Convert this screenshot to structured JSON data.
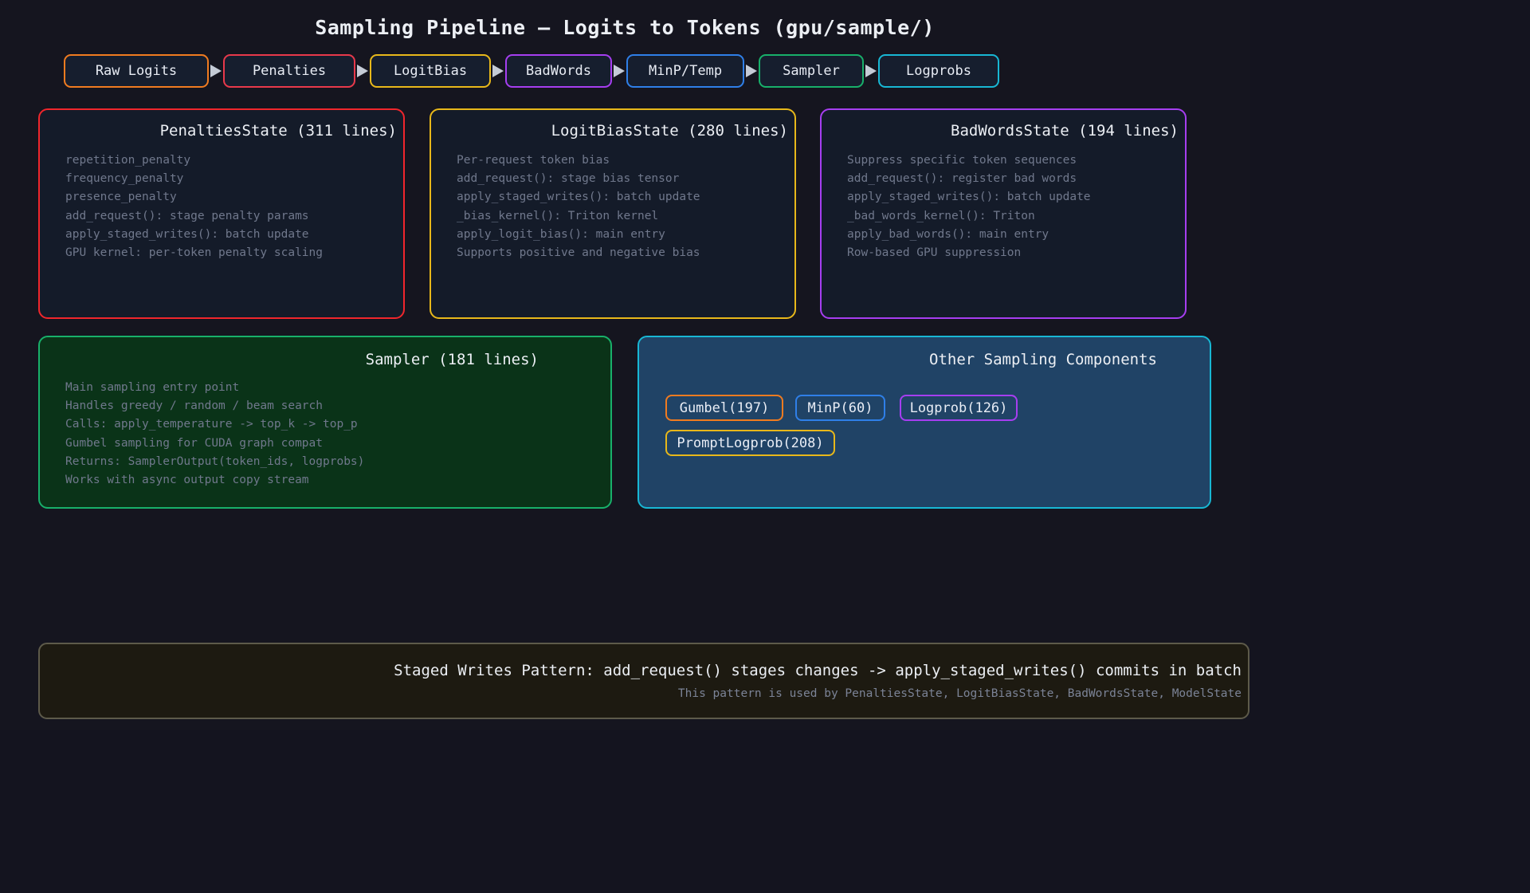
{
  "title": "Sampling Pipeline — Logits to Tokens (gpu/sample/)",
  "colors": {
    "background": "#14141f",
    "canvas": "#15151f",
    "panel_fill": "#161e2e",
    "text_primary": "#eceff4",
    "text_muted": "#70788c",
    "arrow": "#c5cbd6"
  },
  "pipeline": {
    "stages": [
      {
        "label": "Raw Logits",
        "color": "#f07b20"
      },
      {
        "label": "Penalties",
        "color": "#e8394b"
      },
      {
        "label": "LogitBias",
        "color": "#e8b81a"
      },
      {
        "label": "BadWords",
        "color": "#a63ef0"
      },
      {
        "label": "MinP/Temp",
        "color": "#2f7fe8"
      },
      {
        "label": "Sampler",
        "color": "#18b06a"
      },
      {
        "label": "Logprobs",
        "color": "#18b7d4"
      }
    ]
  },
  "state_panels": [
    {
      "title": "PenaltiesState (311 lines)",
      "color": "#f0262c",
      "fill": "#141b29",
      "lines": [
        "repetition_penalty",
        "frequency_penalty",
        "presence_penalty",
        "add_request(): stage penalty params",
        "apply_staged_writes(): batch update",
        "GPU kernel: per-token penalty scaling"
      ]
    },
    {
      "title": "LogitBiasState (280 lines)",
      "color": "#e8b81a",
      "fill": "#141b29",
      "lines": [
        "Per-request token bias",
        "add_request(): stage bias tensor",
        "apply_staged_writes(): batch update",
        "_bias_kernel(): Triton kernel",
        "apply_logit_bias(): main entry",
        "Supports positive and negative bias"
      ]
    },
    {
      "title": "BadWordsState (194 lines)",
      "color": "#a63ef0",
      "fill": "#141b29",
      "lines": [
        "Suppress specific token sequences",
        "add_request(): register bad words",
        "apply_staged_writes(): batch update",
        "_bad_words_kernel(): Triton",
        "apply_bad_words(): main entry",
        "Row-based GPU suppression"
      ]
    }
  ],
  "sampler_panel": {
    "title": "Sampler (181 lines)",
    "color": "#18b06a",
    "fill": "#0a3318",
    "lines": [
      "Main sampling entry point",
      "Handles greedy / random / beam search",
      "Calls: apply_temperature -> top_k -> top_p",
      "Gumbel sampling for CUDA graph compat",
      "Returns: SamplerOutput(token_ids, logprobs)",
      "Works with async output copy stream"
    ]
  },
  "other_panel": {
    "title": "Other Sampling Components",
    "color": "#18b7d4",
    "fill": "#204366",
    "chips": [
      {
        "label": "Gumbel(197)",
        "color": "#f07b20"
      },
      {
        "label": "MinP(60)",
        "color": "#2f7fe8"
      },
      {
        "label": "Logprob(126)",
        "color": "#a63ef0"
      },
      {
        "label": "PromptLogprob(208)",
        "color": "#e8b81a"
      }
    ]
  },
  "footer": {
    "color": "#5d5a4a",
    "fill": "#1d1a11",
    "headline": "Staged Writes Pattern: add_request() stages changes -> apply_staged_writes() commits in batch",
    "subtext": "This pattern is used by PenaltiesState, LogitBiasState, BadWordsState, ModelState"
  }
}
